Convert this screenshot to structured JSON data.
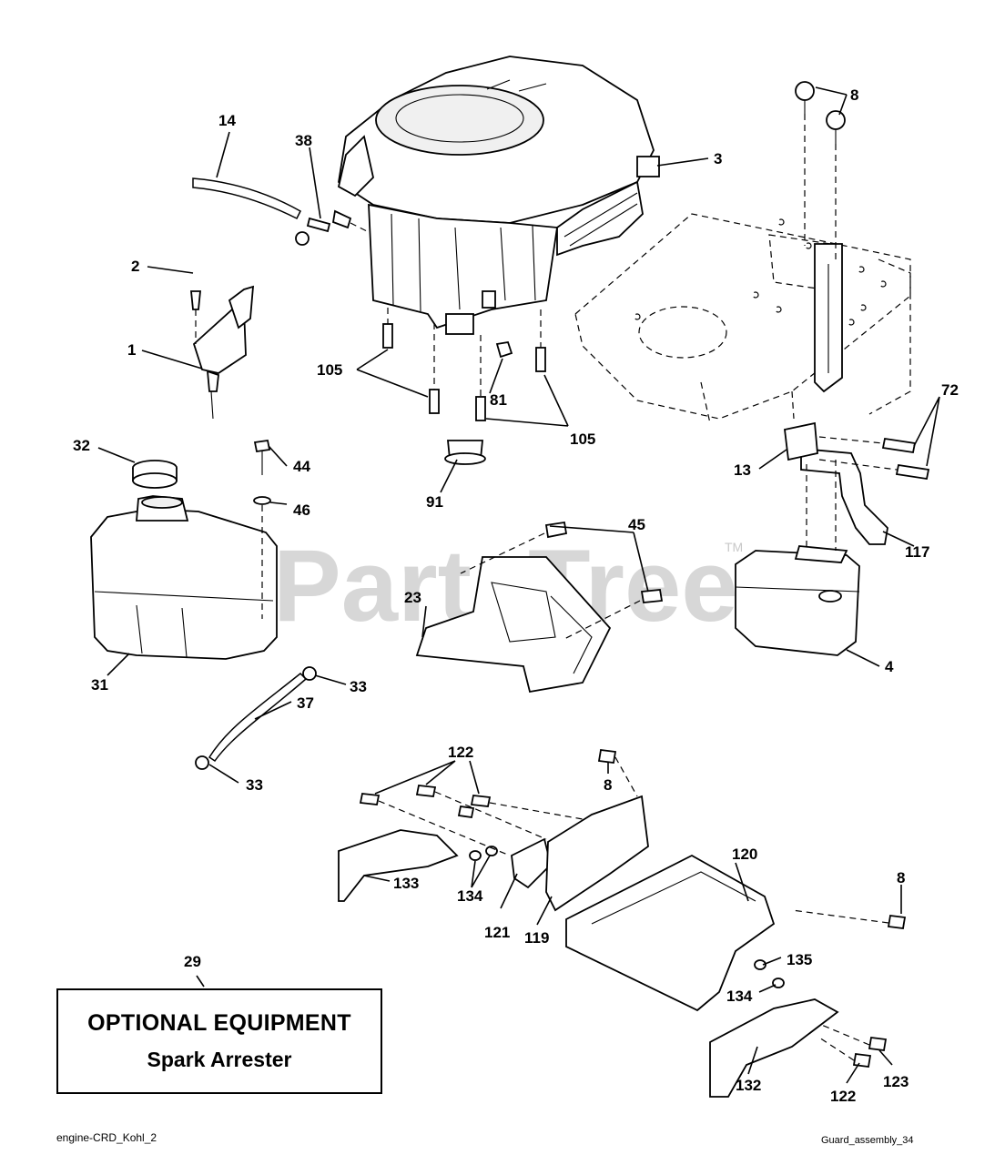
{
  "watermark": "PartsTree",
  "watermark_tm": "TM",
  "optional_box": {
    "line1": "OPTIONAL EQUIPMENT",
    "line2": "Spark Arrester"
  },
  "captions": {
    "left": "engine-CRD_Kohl_2",
    "right": "Guard_assembly_34"
  },
  "callouts": {
    "c14": "14",
    "c38": "38",
    "c3": "3",
    "c8a": "8",
    "c2": "2",
    "c1": "1",
    "c105a": "105",
    "c81": "81",
    "c105b": "105",
    "c72": "72",
    "c13": "13",
    "c117": "117",
    "c32": "32",
    "c44": "44",
    "c46": "46",
    "c91": "91",
    "c45": "45",
    "c23": "23",
    "c4": "4",
    "c31": "31",
    "c33a": "33",
    "c37": "37",
    "c33b": "33",
    "c122a": "122",
    "c8b": "8",
    "c120": "120",
    "c8c": "8",
    "c133": "133",
    "c134a": "134",
    "c121": "121",
    "c119": "119",
    "c135": "135",
    "c134b": "134",
    "c29": "29",
    "c132": "132",
    "c122b": "122",
    "c123": "123"
  }
}
